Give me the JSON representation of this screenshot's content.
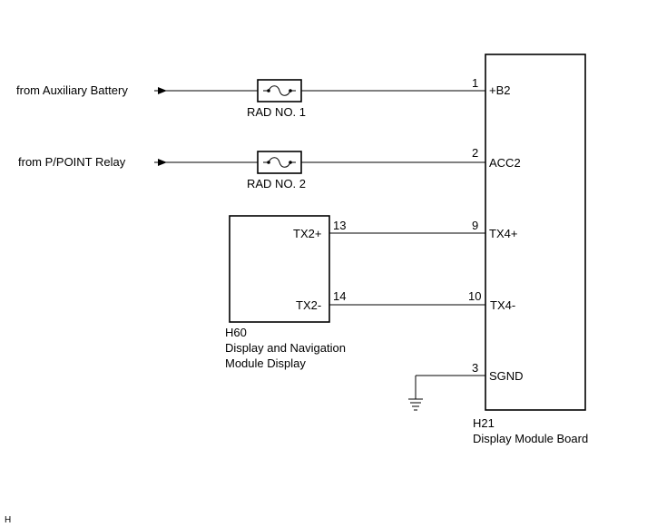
{
  "sources": {
    "aux_battery": "from Auxiliary Battery",
    "ppoint_relay": "from P/POINT Relay"
  },
  "fuses": {
    "fuse1": "RAD NO. 1",
    "fuse2": "RAD NO. 2"
  },
  "module_h21": {
    "code": "H21",
    "name": "Display Module Board",
    "pins": [
      {
        "num": "1",
        "label": "+B2"
      },
      {
        "num": "2",
        "label": "ACC2"
      },
      {
        "num": "9",
        "label": "TX4+"
      },
      {
        "num": "10",
        "label": "TX4-"
      },
      {
        "num": "3",
        "label": "SGND"
      }
    ]
  },
  "module_h60": {
    "code": "H60",
    "name_line1": "Display and Navigation",
    "name_line2": "Module Display",
    "pins": [
      {
        "num": "13",
        "label": "TX2+"
      },
      {
        "num": "14",
        "label": "TX2-"
      }
    ]
  },
  "corner_label": "H"
}
